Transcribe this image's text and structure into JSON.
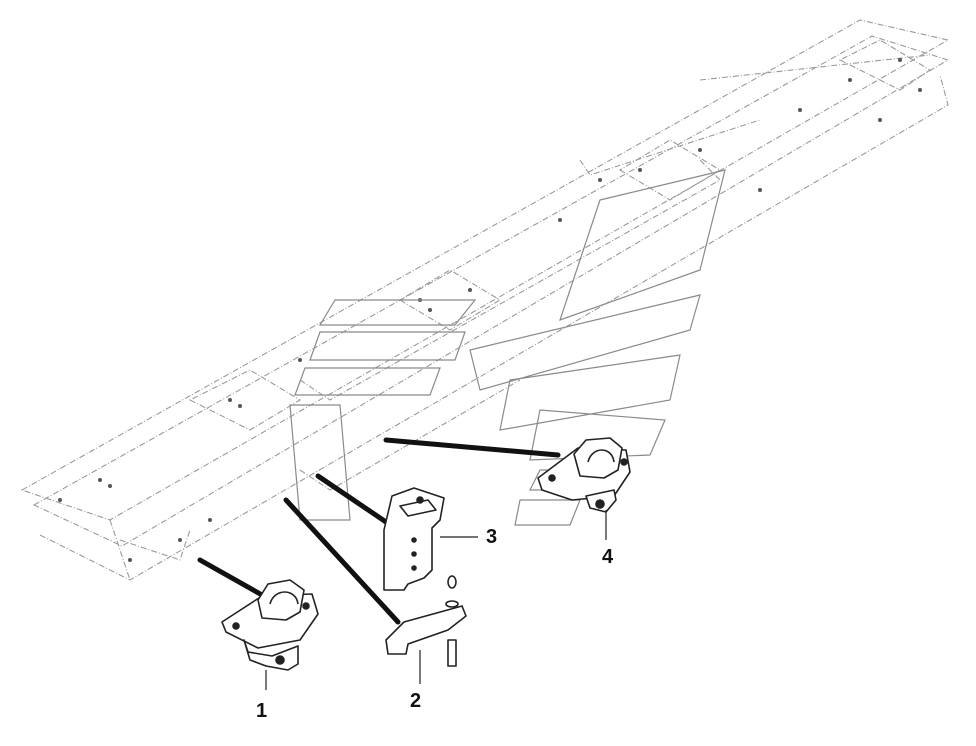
{
  "diagram": {
    "callouts": [
      {
        "id": "1",
        "label": "1"
      },
      {
        "id": "2",
        "label": "2"
      },
      {
        "id": "3",
        "label": "3"
      },
      {
        "id": "4",
        "label": "4"
      }
    ]
  },
  "colors": {
    "frame_line": "#9a9a9a",
    "frame_dark": "#555555",
    "part_line": "#222222",
    "leader_line": "#111111",
    "background": "#ffffff"
  }
}
